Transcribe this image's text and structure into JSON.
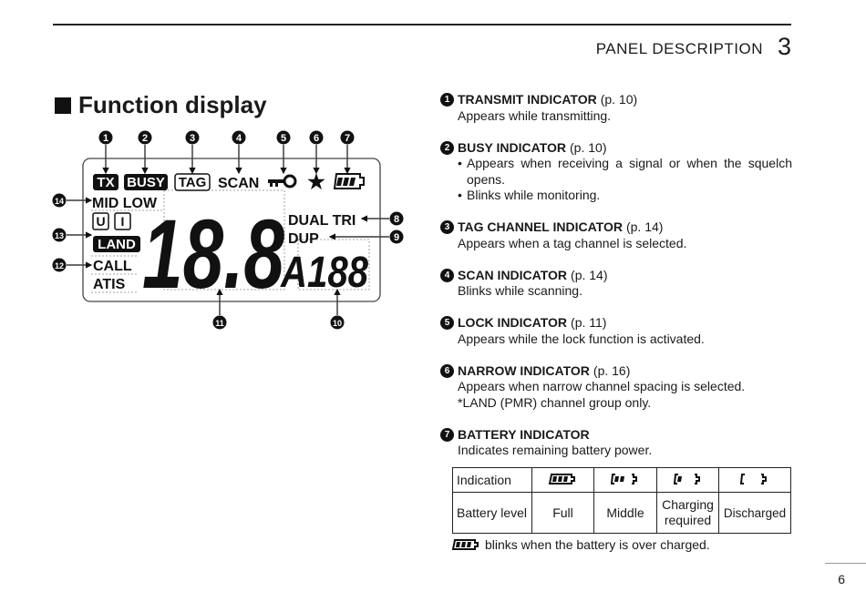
{
  "header": {
    "section": "PANEL DESCRIPTION",
    "chapter": "3"
  },
  "section_title": "Function display",
  "lcd": {
    "callouts": [
      "1",
      "2",
      "3",
      "4",
      "5",
      "6",
      "7",
      "8",
      "9",
      "10",
      "11",
      "12",
      "13",
      "14"
    ],
    "tx": "TX",
    "busy": "BUSY",
    "tag": "TAG",
    "scan": "SCAN",
    "mid_low": "MID LOW",
    "u": "U",
    "i": "I",
    "land": "LAND",
    "call": "CALL",
    "atis": "ATIS",
    "main_digits": "18.8",
    "dual_tri": "DUAL TRI",
    "dup": "DUP",
    "sub_digits": "A188"
  },
  "items": [
    {
      "num": "1",
      "title": "TRANSMIT INDICATOR",
      "page": "(p. 10)",
      "desc": [
        "Appears while transmitting."
      ]
    },
    {
      "num": "2",
      "title": "BUSY INDICATOR",
      "page": "(p. 10)",
      "bullets": [
        "Appears when receiving a signal or when the squelch opens.",
        "Blinks while monitoring."
      ]
    },
    {
      "num": "3",
      "title": "TAG CHANNEL INDICATOR",
      "page": "(p. 14)",
      "desc": [
        "Appears when a tag channel is selected."
      ]
    },
    {
      "num": "4",
      "title": "SCAN INDICATOR",
      "page": "(p. 14)",
      "desc": [
        "Blinks while scanning."
      ]
    },
    {
      "num": "5",
      "title": "LOCK INDICATOR",
      "page": "(p. 11)",
      "desc": [
        "Appears while the lock function is activated."
      ]
    },
    {
      "num": "6",
      "title": "NARROW INDICATOR",
      "page": "(p. 16)",
      "desc": [
        "Appears when narrow channel spacing is selected.",
        "*LAND (PMR) channel group only."
      ]
    },
    {
      "num": "7",
      "title": "BATTERY INDICATOR",
      "page": "",
      "desc": [
        "Indicates remaining battery power."
      ]
    }
  ],
  "battery_table": {
    "row1_label": "Indication",
    "row2_label": "Battery level",
    "levels": [
      "Full",
      "Middle",
      "Charging required",
      "Discharged"
    ],
    "level_bars": [
      3,
      2,
      1,
      0
    ]
  },
  "note": "blinks when the battery is over charged.",
  "page_number": "6"
}
